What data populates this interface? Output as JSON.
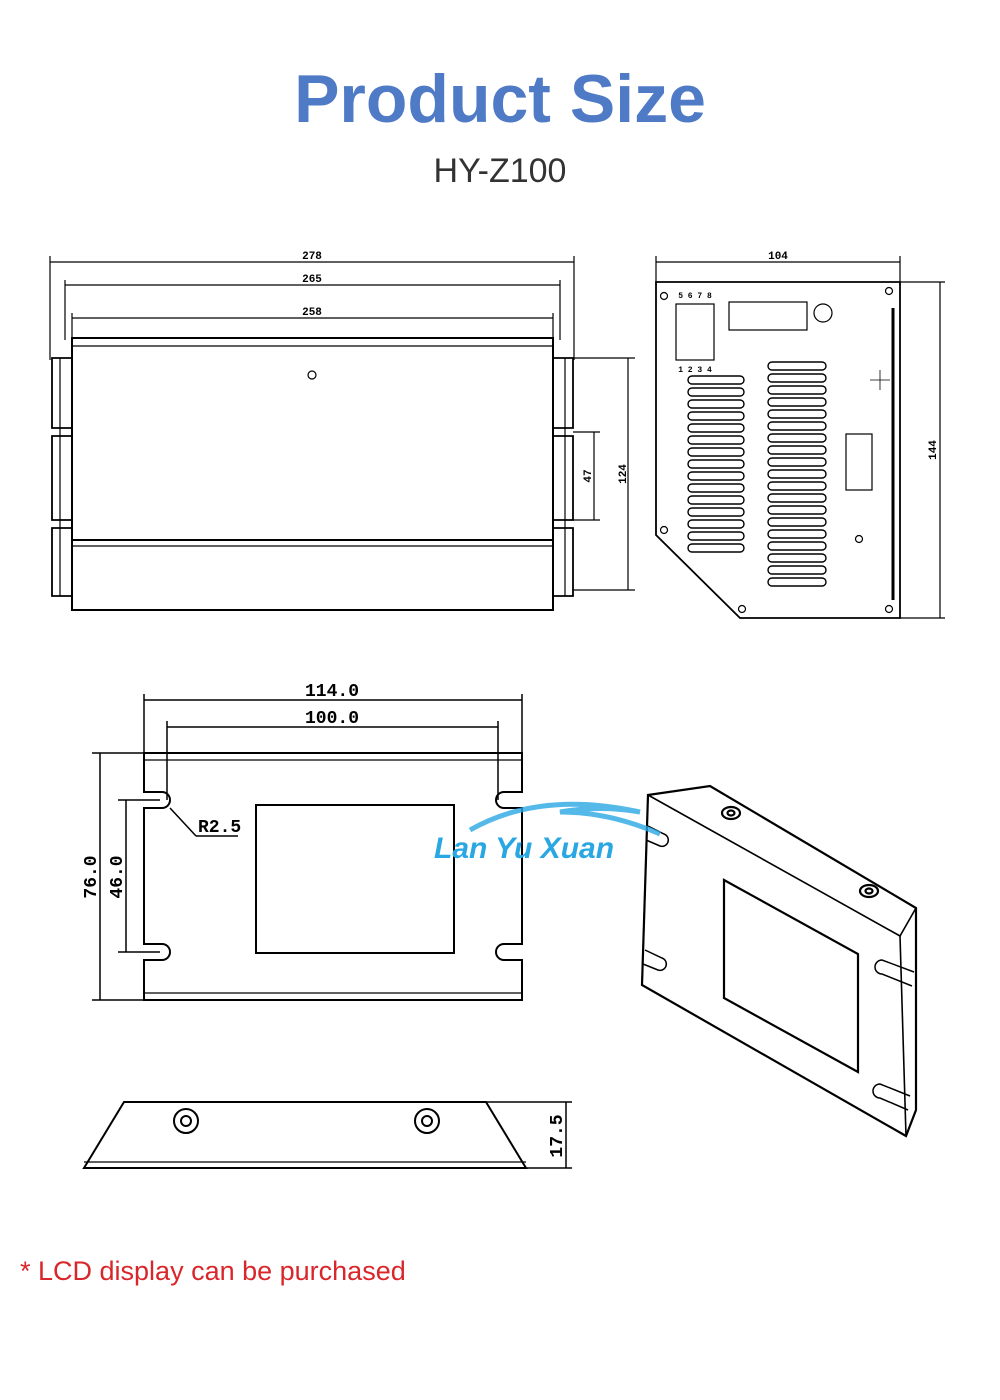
{
  "header": {
    "title": "Product Size",
    "model": "HY-Z100"
  },
  "top_front_view": {
    "width_overall": "278",
    "width_mid": "265",
    "width_inner": "258",
    "height_right": "124",
    "slot_height": "47"
  },
  "top_side_view": {
    "width": "104",
    "height": "144",
    "pin_label_a": "5 6 7 8",
    "pin_label_b": "1 2 3 4"
  },
  "bracket_view": {
    "width_outer": "114.0",
    "width_hole_spacing": "100.0",
    "height_outer": "76.0",
    "height_hole_spacing": "46.0",
    "corner_radius": "R2.5"
  },
  "bracket_side_view": {
    "depth": "17.5"
  },
  "watermark": {
    "text": "Lan Yu Xuan"
  },
  "footnote": {
    "text": "* LCD display can be purchased"
  },
  "colors": {
    "title": "#4f7ac6",
    "footnote": "#d9262a",
    "watermark": "#29a7e3",
    "line": "#000000"
  }
}
